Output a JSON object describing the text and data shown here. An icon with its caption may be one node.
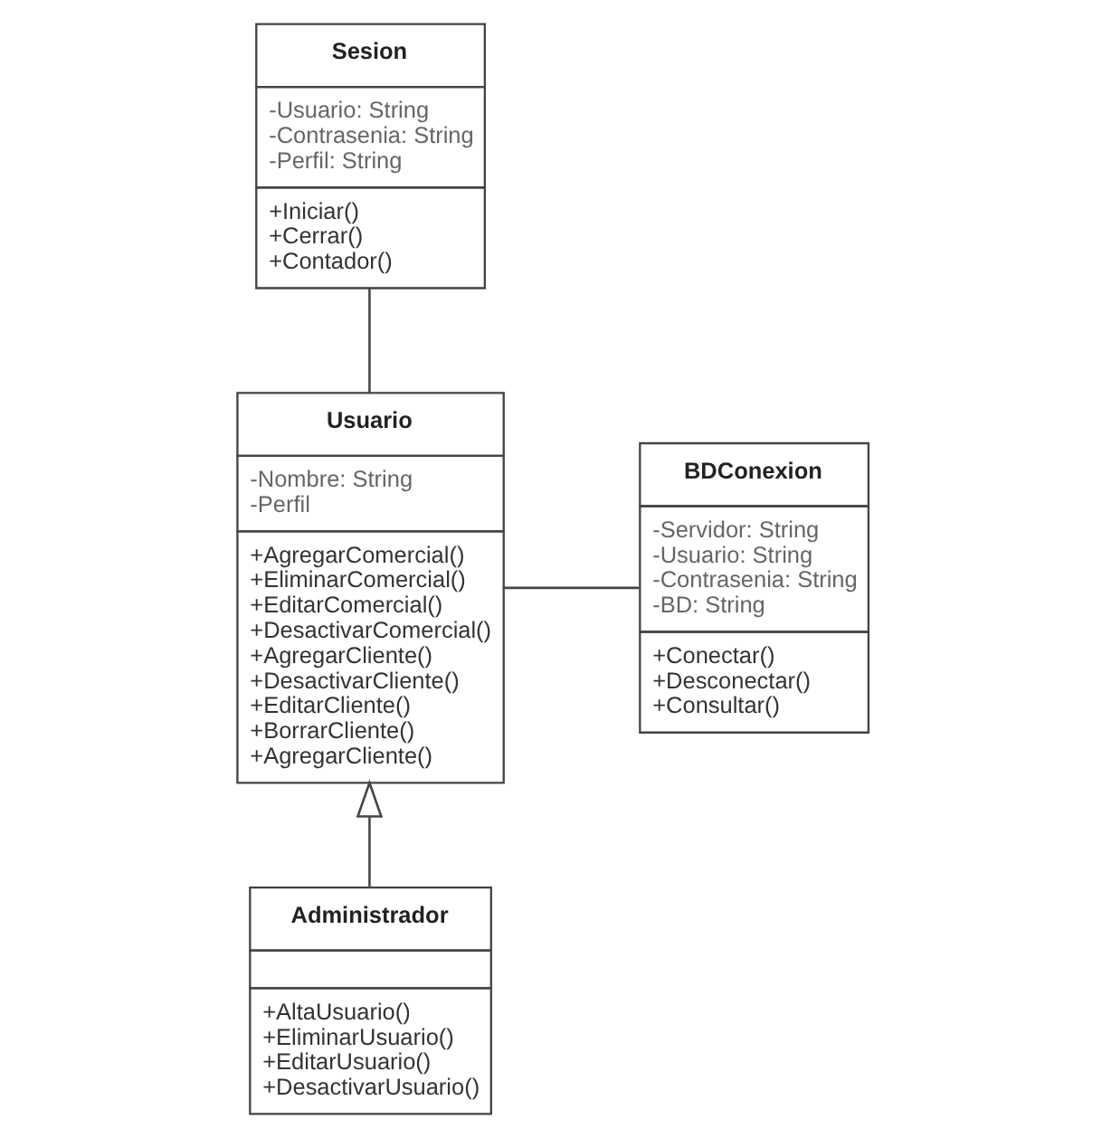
{
  "diagram": {
    "nodes": [
      {
        "text": [
          "Sesion",
          "-Usuario: String",
          "-Contrasenia: String",
          "-Perfil: String",
          "+Iniciar()",
          "+Cerrar()",
          "+Contador()"
        ]
      },
      {
        "text": [
          "Usuario",
          "-Nombre: String",
          "-Perfil",
          "+AgregarComercial()",
          "+EliminarComercial()",
          "+EditarComercial()",
          "+DesactivarComercial()",
          "+AgregarCliente()",
          "+DesactivarCliente()",
          "+EditarCliente()",
          "+BorrarCliente()",
          "+AgregarCliente()"
        ]
      },
      {
        "text": [
          "BDConexion",
          "-Servidor: String",
          "-Usuario: String",
          "-Contrasenia: String",
          "-BD: String",
          "+Conectar()",
          "+Desconectar()",
          "+Consultar()"
        ]
      },
      {
        "text": [
          "Administrador",
          "+AltaUsuario()",
          "+EliminarUsuario()",
          "+EditarUsuario()",
          "+DesactivarUsuario()"
        ]
      }
    ],
    "edges": [
      {
        "from": 1,
        "to": 0,
        "arrow": "none"
      },
      {
        "from": 1,
        "to": 2,
        "arrow": "none"
      },
      {
        "from": 3,
        "to": 1,
        "arrow": "to"
      }
    ]
  }
}
